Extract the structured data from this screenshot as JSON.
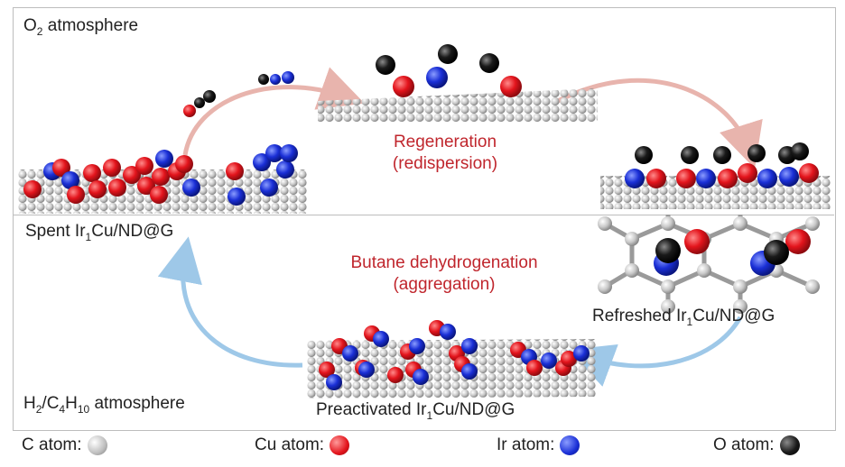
{
  "top_atmosphere": {
    "prefix": "O",
    "sub": "2",
    "suffix": " atmosphere"
  },
  "bottom_atmosphere": {
    "p1": "H",
    "s1": "2",
    "p2": "/C",
    "s2": "4",
    "p3": "H",
    "s3": "10",
    "p4": " atmosphere"
  },
  "regeneration": {
    "line1": "Regeneration",
    "line2": "(redispersion)"
  },
  "dehydrogenation": {
    "line1": "Butane dehydrogenation",
    "line2": "(aggregation)"
  },
  "spent": {
    "pre": "Spent Ir",
    "sub": "1",
    "post": "Cu/ND@G"
  },
  "refreshed": {
    "pre": "Refreshed Ir",
    "sub": "1",
    "post": "Cu/ND@G"
  },
  "preactivated": {
    "pre": "Preactivated Ir",
    "sub": "1",
    "post": "Cu/ND@G"
  },
  "legend": [
    {
      "label": "C atom:",
      "color": "#bdbdbd"
    },
    {
      "label": "Cu atom:",
      "color": "#e3141c"
    },
    {
      "label": "Ir atom:",
      "color": "#1a2fd6"
    },
    {
      "label": "O atom:",
      "color": "#111111"
    }
  ],
  "colors": {
    "accent_text": "#c0262d",
    "arrow_pink": "#e8b4ad",
    "arrow_blue": "#9ec8e8"
  }
}
